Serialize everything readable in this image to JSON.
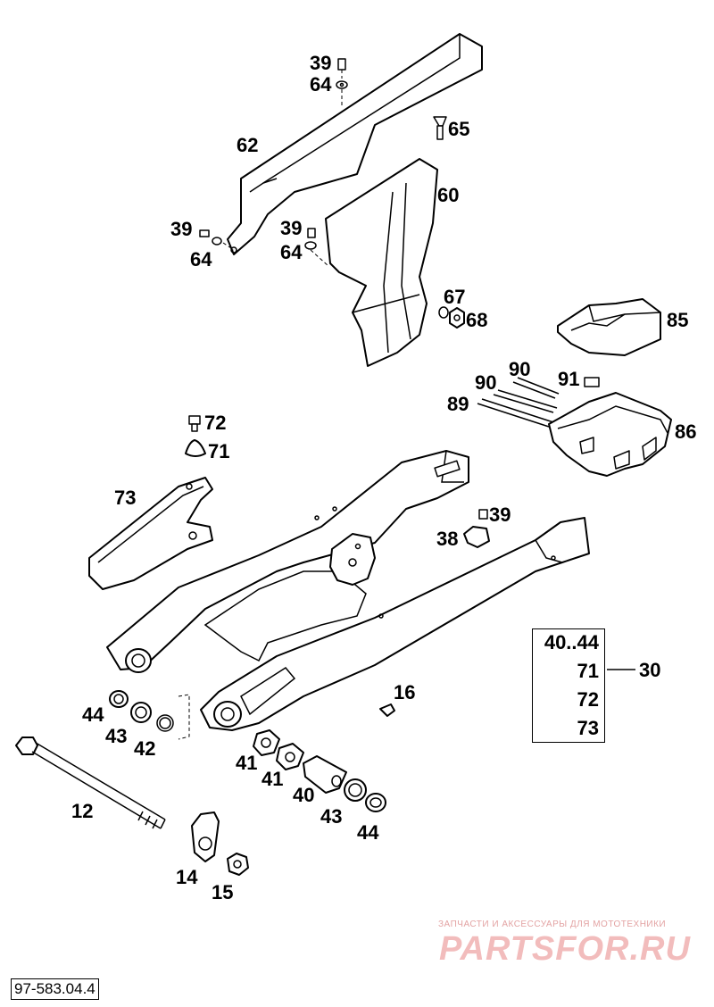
{
  "callouts": {
    "c39a": "39",
    "c64a": "64",
    "c65": "65",
    "c62": "62",
    "c60": "60",
    "c39b": "39",
    "c64b": "64",
    "c39c": "39",
    "c64c": "64",
    "c67": "67",
    "c68": "68",
    "c85": "85",
    "c90a": "90",
    "c90b": "90",
    "c91": "91",
    "c89": "89",
    "c86": "86",
    "c72": "72",
    "c71": "71",
    "c73": "73",
    "c39d": "39",
    "c38": "38",
    "c30": "30",
    "c16": "16",
    "c44a": "44",
    "c43a": "43",
    "c42": "42",
    "c41a": "41",
    "c41b": "41",
    "c40": "40",
    "c43b": "43",
    "c44b": "44",
    "c12": "12",
    "c14": "14",
    "c15": "15"
  },
  "reference_box": {
    "items": [
      "40..44",
      "71",
      "72",
      "73"
    ]
  },
  "document_code": "97-583.04.4",
  "watermark": {
    "caption": "ЗАПЧАСТИ И АКСЕССУАРЫ ДЛЯ МОТОТЕХНИКИ",
    "logo": "PARTSFOR.RU",
    "color": "#f2bcbc"
  }
}
